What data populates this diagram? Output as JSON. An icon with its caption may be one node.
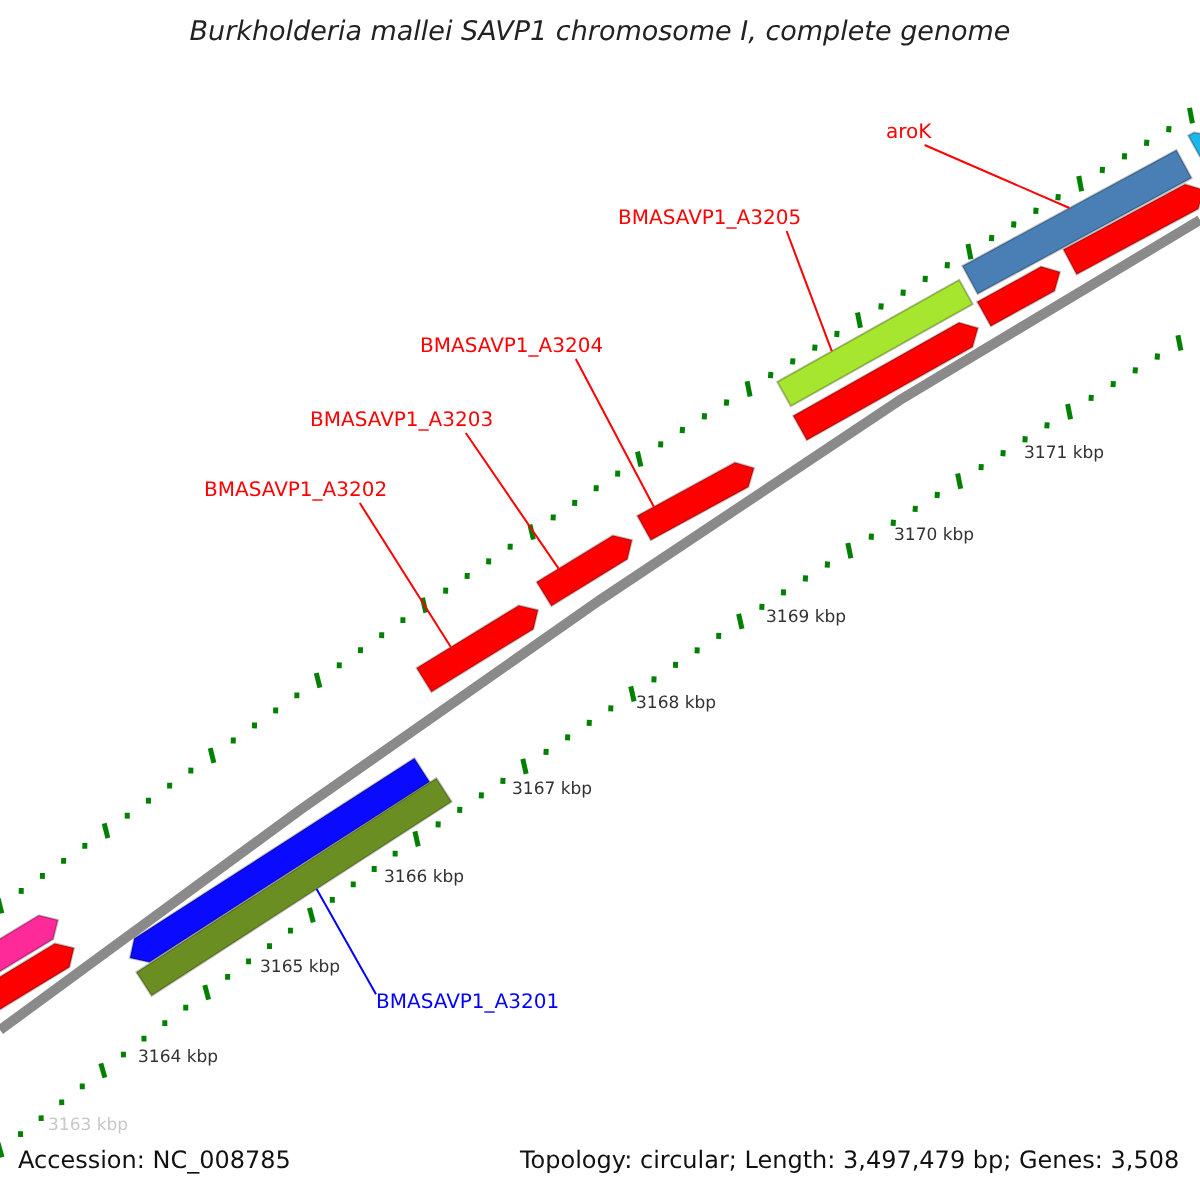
{
  "diagram": {
    "title": "Burkholderia mallei SAVP1 chromosome I, complete genome",
    "nodes": [
      {
        "text": [
          "aroK"
        ]
      },
      {
        "text": [
          "BMASAVP1_A3205"
        ]
      },
      {
        "text": [
          "BMASAVP1_A3204"
        ]
      },
      {
        "text": [
          "BMASAVP1_A3203"
        ]
      },
      {
        "text": [
          "BMASAVP1_A3202"
        ]
      },
      {
        "text": [
          "BMASAVP1_A3201"
        ]
      },
      {
        "text": [],
        "shape": "bar"
      },
      {
        "text": [],
        "shape": "bar"
      },
      {
        "text": [],
        "shape": "bar"
      },
      {
        "text": [],
        "shape": "bar"
      },
      {
        "text": [],
        "shape": "bar"
      },
      {
        "text": [],
        "shape": "bar"
      },
      {
        "text": [],
        "shape": "bar"
      },
      {
        "text": [],
        "shape": "bar"
      },
      {
        "text": [],
        "shape": "bar"
      },
      {
        "text": [],
        "shape": "bar"
      },
      {
        "text": [],
        "shape": "bar"
      },
      {
        "text": [],
        "shape": "bar"
      },
      {
        "text": [],
        "shape": "bar"
      }
    ],
    "edges": [
      {
        "from": 0,
        "to": 7,
        "arrow": "none"
      },
      {
        "from": 1,
        "to": 8,
        "arrow": "none"
      },
      {
        "from": 2,
        "to": 12,
        "arrow": "none"
      },
      {
        "from": 3,
        "to": 13,
        "arrow": "none"
      },
      {
        "from": 4,
        "to": 14,
        "arrow": "none"
      },
      {
        "from": 5,
        "to": 16,
        "arrow": "none",
        "color": "#0000ff"
      }
    ],
    "labels": [
      "3171 kbp",
      "3170 kbp",
      "3169 kbp",
      "3168 kbp",
      "3167 kbp",
      "3166 kbp",
      "3165 kbp",
      "3164 kbp",
      "3163 kbp",
      "Accession: NC_008785",
      "Topology: circular; Length: 3,497,479 bp; Genes: 3,508"
    ]
  }
}
